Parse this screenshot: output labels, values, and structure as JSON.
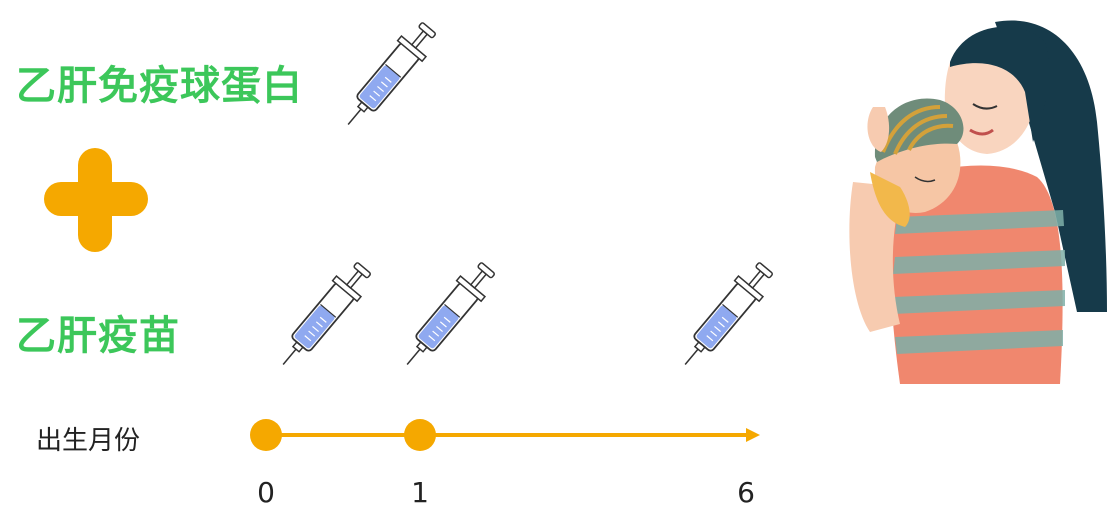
{
  "labels": {
    "immunoglobulin": "乙肝免疫球蛋白",
    "vaccine": "乙肝疫苗",
    "months_caption": "出生月份"
  },
  "timeline": {
    "ticks": [
      "0",
      "1",
      "6"
    ],
    "accent_color": "#f5a800"
  },
  "colors": {
    "label_green": "#3cc75a",
    "plus_orange": "#f5a800",
    "syringe_liquid": "#8fa9f0"
  },
  "icons": {
    "plus": "plus-icon",
    "syringe": "syringe-icon",
    "illustration": "mother-holding-baby-illustration"
  }
}
